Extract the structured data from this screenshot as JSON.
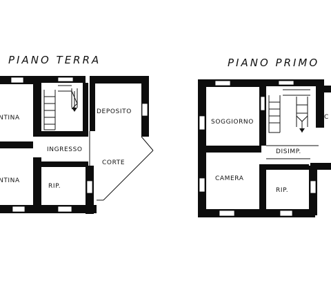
{
  "ground_floor": {
    "title": "PIANO TERRA",
    "rooms": {
      "cantina_upper": "NTINA",
      "cantina_lower": "NTINA",
      "deposito": "DEPOSITO",
      "ingresso": "INGRESSO",
      "corte": "CORTE",
      "ripostiglio": "RIP."
    }
  },
  "first_floor": {
    "title": "PIANO PRIMO",
    "rooms": {
      "soggiorno": "SOGGIORNO",
      "camera": "CAMERA",
      "disimpegno": "DISIMP.",
      "ripostiglio": "RIP.",
      "cut_room": "C"
    }
  }
}
